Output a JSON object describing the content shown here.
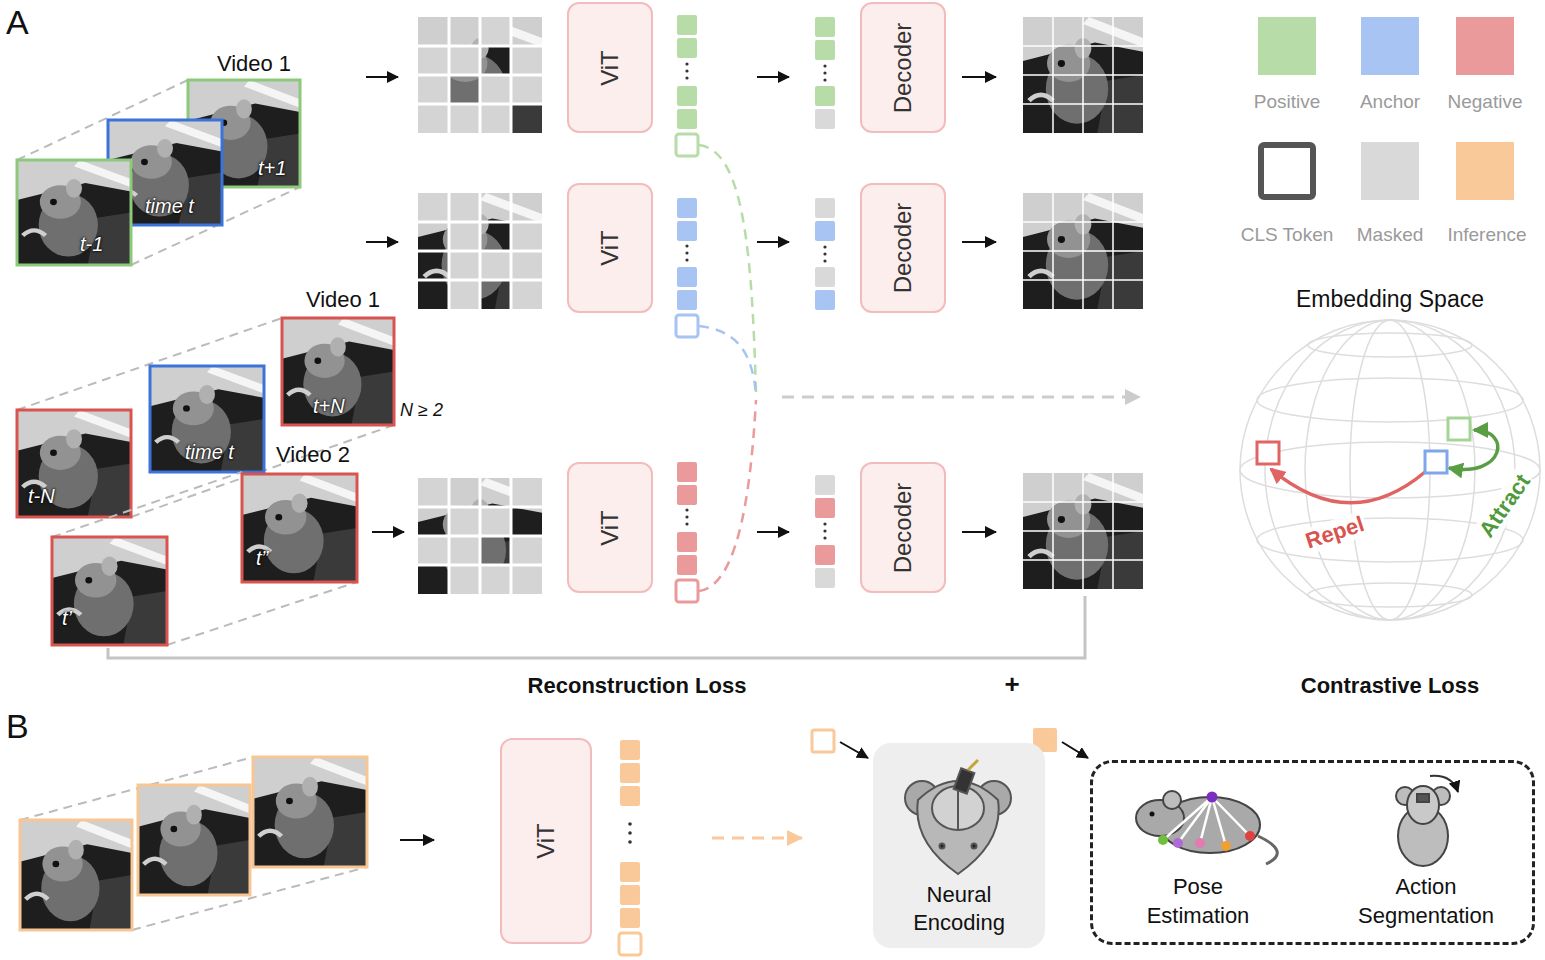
{
  "diagram": {
    "nodes": [
      {
        "text": [
          "ViT"
        ]
      },
      {
        "text": [
          "Decoder"
        ]
      },
      {
        "text": [
          "ViT"
        ]
      },
      {
        "text": [
          "Decoder"
        ]
      },
      {
        "text": [
          "ViT"
        ]
      },
      {
        "text": [
          "Decoder"
        ]
      },
      {
        "text": [
          "Embedding Space",
          "Repel",
          "Attract"
        ]
      },
      {
        "text": [
          "ViT"
        ]
      },
      {
        "text": [
          "Neural Encoding"
        ]
      },
      {
        "text": [
          "Pose Estimation",
          "Action Segmentation"
        ]
      }
    ],
    "labels": [
      "A",
      "Video 1",
      "t-1",
      "time t",
      "t+1",
      "Video 1",
      "t+N",
      "N ≥ 2",
      "t-N",
      "time t",
      "Video 2",
      "t”",
      "t’",
      "Reconstruction Loss",
      "+",
      "Contrastive Loss",
      "B"
    ],
    "legend": [
      {
        "text": "Positive",
        "color": "#b7dca8"
      },
      {
        "text": "Anchor",
        "color": "#a8c4f2"
      },
      {
        "text": "Negative",
        "color": "#eb9a9c"
      },
      {
        "text": "CLS Token"
      },
      {
        "text": "Masked",
        "color": "#d9d9d9"
      },
      {
        "text": "Inference",
        "color": "#f9c99a"
      }
    ]
  }
}
